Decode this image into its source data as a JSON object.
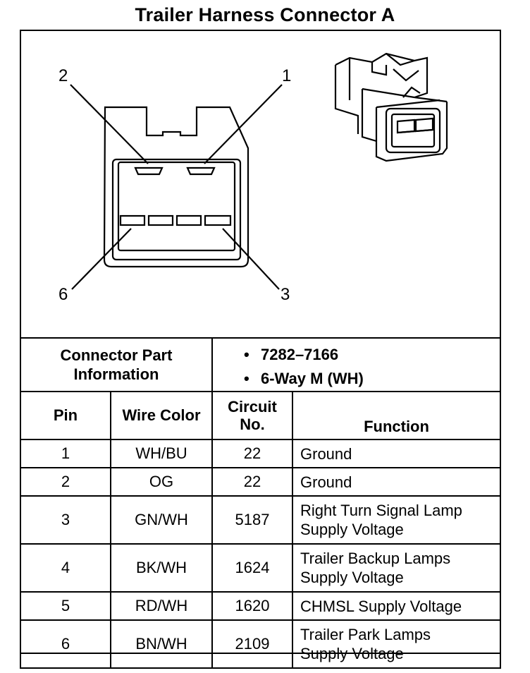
{
  "title": "Trailer Harness Connector A",
  "diagram": {
    "pin_callouts": [
      "2",
      "1",
      "6",
      "3"
    ]
  },
  "connector_part_information": {
    "label_line1": "Connector Part",
    "label_line2": "Information",
    "items": [
      "7282–7166",
      "6-Way M (WH)"
    ]
  },
  "table": {
    "headers": {
      "pin": "Pin",
      "wire_color": "Wire Color",
      "circuit_line1": "Circuit",
      "circuit_line2": "No.",
      "function": "Function"
    },
    "rows": [
      {
        "pin": "1",
        "wire_color": "WH/BU",
        "circuit": "22",
        "function_line1": "Ground",
        "function_line2": ""
      },
      {
        "pin": "2",
        "wire_color": "OG",
        "circuit": "22",
        "function_line1": "Ground",
        "function_line2": ""
      },
      {
        "pin": "3",
        "wire_color": "GN/WH",
        "circuit": "5187",
        "function_line1": "Right Turn Signal Lamp",
        "function_line2": "Supply Voltage"
      },
      {
        "pin": "4",
        "wire_color": "BK/WH",
        "circuit": "1624",
        "function_line1": "Trailer Backup Lamps",
        "function_line2": "Supply Voltage"
      },
      {
        "pin": "5",
        "wire_color": "RD/WH",
        "circuit": "1620",
        "function_line1": "CHMSL Supply Voltage",
        "function_line2": ""
      },
      {
        "pin": "6",
        "wire_color": "BN/WH",
        "circuit": "2109",
        "function_line1": "Trailer Park Lamps",
        "function_line2": "Supply Voltage"
      }
    ]
  }
}
